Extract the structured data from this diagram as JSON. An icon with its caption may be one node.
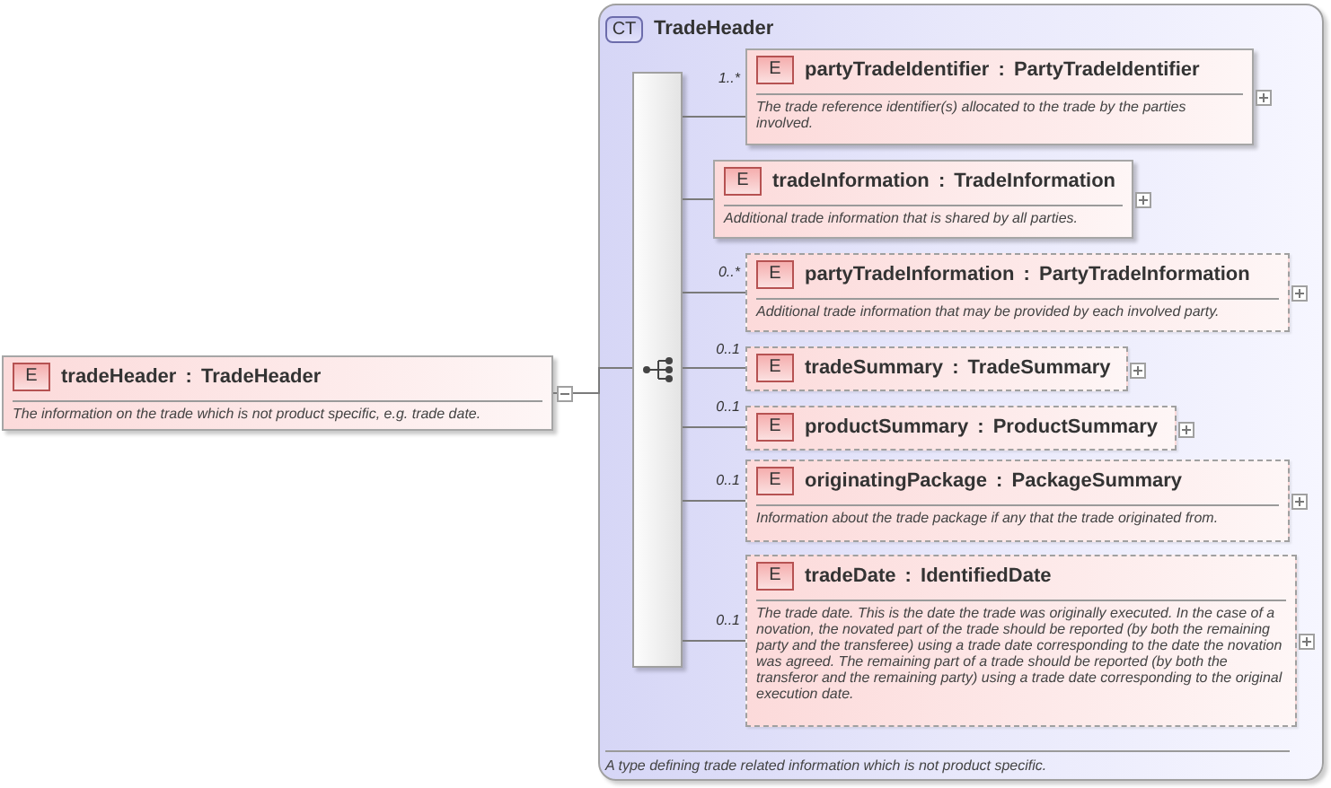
{
  "diagram": {
    "nodes": [
      {
        "text": [
          "E",
          "tradeHeader : TradeHeader",
          "The information on the trade which is not product specific, e.g. trade date."
        ]
      },
      {
        "text": [
          "CT",
          "TradeHeader",
          "A type defining trade related information which is not product specific."
        ]
      },
      {
        "text": [],
        "shape": "bar",
        "in": 1
      },
      {
        "text": [
          "E",
          "partyTradeIdentifier : PartyTradeIdentifier",
          "The trade reference identifier(s) allocated to the trade by the parties involved."
        ],
        "in": 1,
        "beside": [
          "1..*"
        ]
      },
      {
        "text": [
          "E",
          "tradeInformation : TradeInformation",
          "Additional trade information that is shared by all parties."
        ],
        "in": 1
      },
      {
        "text": [
          "E",
          "partyTradeInformation : PartyTradeInformation",
          "Additional trade information that may be provided by each involved party."
        ],
        "in": 1,
        "beside": [
          "0..*"
        ]
      },
      {
        "text": [
          "E",
          "tradeSummary : TradeSummary"
        ],
        "in": 1,
        "beside": [
          "0..1"
        ]
      },
      {
        "text": [
          "E",
          "productSummary : ProductSummary"
        ],
        "in": 1,
        "beside": [
          "0..1"
        ]
      },
      {
        "text": [
          "E",
          "originatingPackage : PackageSummary",
          "Information about the trade package if any that the trade originated from."
        ],
        "in": 1,
        "beside": [
          "0..1"
        ]
      },
      {
        "text": [
          "E",
          "tradeDate : IdentifiedDate",
          "The trade date. This is the date the trade was originally executed. In the case of a novation, the novated part of the trade should be reported (by both the remaining party and the transferee) using a trade date corresponding to the date the novation was agreed. The remaining part of a trade should be reported (by both the transferor and the remaining party) using a trade date corresponding to the original execution date."
        ],
        "in": 1,
        "beside": [
          "0..1"
        ]
      }
    ],
    "edges": [
      {
        "from": 0,
        "to": 2,
        "arrow": "none"
      },
      {
        "from": 2,
        "to": 3,
        "arrow": "none"
      },
      {
        "from": 2,
        "to": 4,
        "arrow": "none"
      },
      {
        "from": 2,
        "to": 5,
        "arrow": "none"
      },
      {
        "from": 2,
        "to": 6,
        "arrow": "none"
      },
      {
        "from": 2,
        "to": 7,
        "arrow": "none"
      },
      {
        "from": 2,
        "to": 8,
        "arrow": "none"
      },
      {
        "from": 2,
        "to": 9,
        "arrow": "none"
      }
    ]
  }
}
